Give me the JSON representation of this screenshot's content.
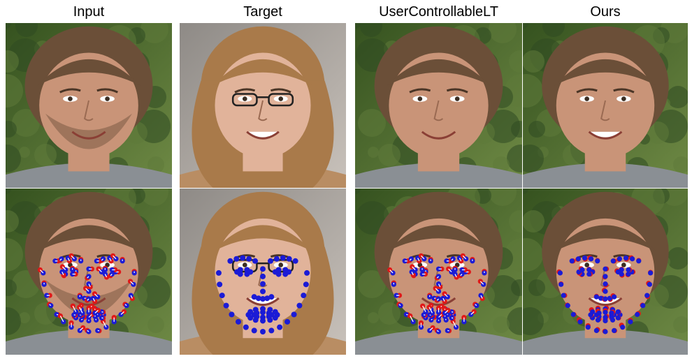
{
  "columns": [
    {
      "title": "Input"
    },
    {
      "title": "Target"
    },
    {
      "title": "UserControllableLT"
    },
    {
      "title": "Ours"
    }
  ],
  "colors": {
    "landmark_target": "#1b1bd6",
    "landmark_source": "#e01818",
    "arrow": "#ffffff",
    "foliage_dark": "#2f4a22",
    "foliage_light": "#5e7a3a",
    "skin_male": "#c99478",
    "skin_female": "#e1b39a",
    "hair_male": "#6b4f38",
    "hair_female": "#a97a4a"
  },
  "rows": [
    {
      "content": "portrait photographs"
    },
    {
      "content": "portraits overlaid with facial landmarks"
    }
  ]
}
